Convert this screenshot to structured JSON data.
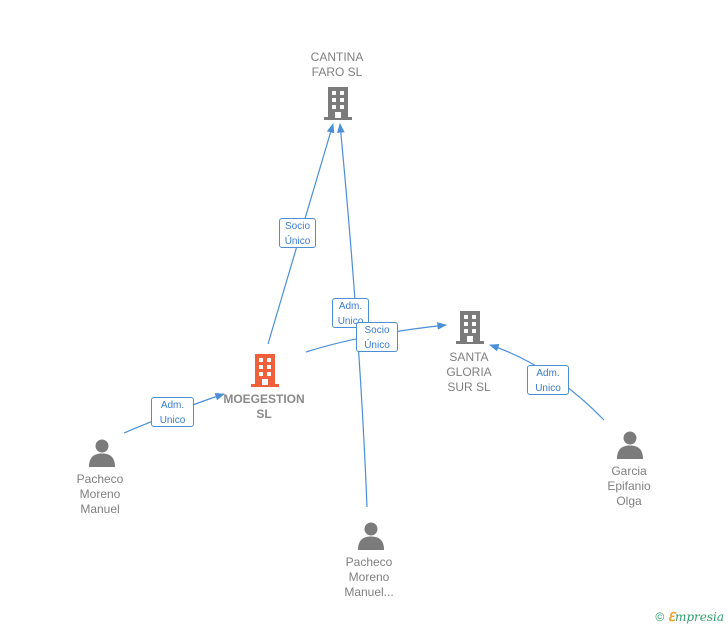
{
  "nodes": {
    "cantina": {
      "label": "CANTINA\nFARO  SL",
      "type": "company",
      "color": "#7b7b7b"
    },
    "moegestion": {
      "label": "MOEGESTION\nSL",
      "type": "company-main",
      "color": "#f0603a"
    },
    "santa_gloria": {
      "label": "SANTA\nGLORIA\nSUR  SL",
      "type": "company",
      "color": "#7b7b7b"
    },
    "pacheco1": {
      "label": "Pacheco\nMoreno\nManuel",
      "type": "person",
      "color": "#7b7b7b"
    },
    "pacheco2": {
      "label": "Pacheco\nMoreno\nManuel...",
      "type": "person",
      "color": "#7b7b7b"
    },
    "garcia": {
      "label": "Garcia\nEpifanio\nOlga",
      "type": "person",
      "color": "#7b7b7b"
    }
  },
  "edges": [
    {
      "from": "moegestion",
      "to": "cantina",
      "label": "Socio\nÚnico"
    },
    {
      "from": "pacheco2",
      "to": "cantina",
      "label": "Adm.\nUnico"
    },
    {
      "from": "moegestion",
      "to": "santa_gloria",
      "label": "Socio\nÚnico"
    },
    {
      "from": "garcia",
      "to": "santa_gloria",
      "label": "Adm.\nUnico"
    },
    {
      "from": "pacheco1",
      "to": "moegestion",
      "label": "Adm.\nUnico"
    }
  ],
  "colors": {
    "edge": "#4a8fd8",
    "badge_text": "#3a7bd5"
  },
  "footer": {
    "copyright": "©",
    "brand_first": "ℇ",
    "brand_rest": "mpresia"
  }
}
